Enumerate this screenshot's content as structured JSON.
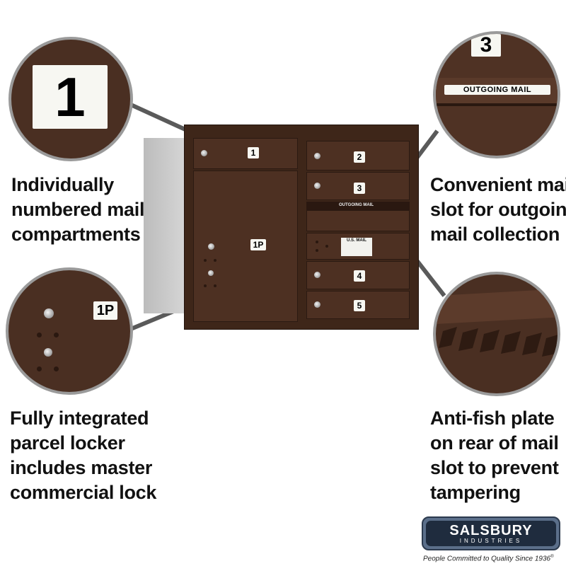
{
  "captions": {
    "numbered": [
      "Individually",
      "numbered mail",
      "compartments"
    ],
    "parcel": [
      "Fully integrated",
      "parcel locker",
      "includes master",
      "commercial lock"
    ],
    "slot": [
      "Convenient mail",
      "slot for outgoing",
      "mail collection"
    ],
    "antifish": [
      "Anti-fish plate",
      "on rear of mail",
      "slot to prevent",
      "tampering"
    ]
  },
  "circles": {
    "one": "1",
    "parcel": "1P",
    "three": "3",
    "outgoing": "OUTGOING MAIL"
  },
  "mailbox": {
    "doors": [
      "1",
      "2",
      "3",
      "4",
      "5"
    ],
    "parcel": "1P",
    "slot_label": "OUTGOING MAIL",
    "usmail": "U.S. MAIL"
  },
  "brand": {
    "name": "SALSBURY",
    "sub": "INDUSTRIES",
    "tagline": "People Committed to Quality Since 1936",
    "reg": "®"
  },
  "colors": {
    "bronze": "#4d3022",
    "arrow": "#5a5a5a",
    "ring": "#9a9a9a"
  }
}
